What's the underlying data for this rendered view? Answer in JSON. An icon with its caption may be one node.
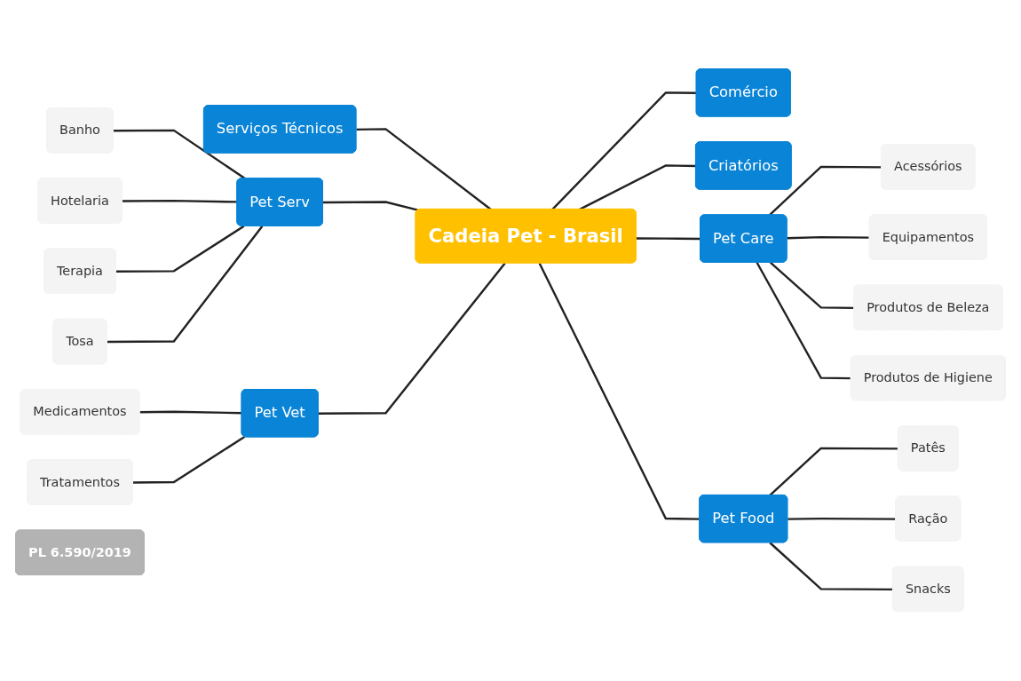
{
  "diagram": {
    "nodes": [
      {
        "text": [
          "Cadeia Pet - Brasil"
        ]
      },
      {
        "text": [
          "Serviços Técnicos"
        ]
      },
      {
        "text": [
          "Pet Serv"
        ]
      },
      {
        "text": [
          "Banho"
        ]
      },
      {
        "text": [
          "Hotelaria"
        ]
      },
      {
        "text": [
          "Terapia"
        ]
      },
      {
        "text": [
          "Tosa"
        ]
      },
      {
        "text": [
          "Pet Vet"
        ]
      },
      {
        "text": [
          "Medicamentos"
        ]
      },
      {
        "text": [
          "Tratamentos"
        ]
      },
      {
        "text": [
          "Comércio"
        ]
      },
      {
        "text": [
          "Criatórios"
        ]
      },
      {
        "text": [
          "Pet Care"
        ]
      },
      {
        "text": [
          "Acessórios"
        ]
      },
      {
        "text": [
          "Equipamentos"
        ]
      },
      {
        "text": [
          "Produtos de Beleza"
        ]
      },
      {
        "text": [
          "Produtos de Higiene"
        ]
      },
      {
        "text": [
          "Pet Food"
        ]
      },
      {
        "text": [
          "Patês"
        ]
      },
      {
        "text": [
          "Ração"
        ]
      },
      {
        "text": [
          "Snacks"
        ]
      },
      {
        "text": [
          "PL 6.590/2019"
        ]
      }
    ],
    "edges": [
      {
        "from": 0,
        "to": 1,
        "arrow": "none"
      },
      {
        "from": 0,
        "to": 2,
        "arrow": "none"
      },
      {
        "from": 2,
        "to": 3,
        "arrow": "none"
      },
      {
        "from": 2,
        "to": 4,
        "arrow": "none"
      },
      {
        "from": 2,
        "to": 5,
        "arrow": "none"
      },
      {
        "from": 2,
        "to": 6,
        "arrow": "none"
      },
      {
        "from": 0,
        "to": 7,
        "arrow": "none"
      },
      {
        "from": 7,
        "to": 8,
        "arrow": "none"
      },
      {
        "from": 7,
        "to": 9,
        "arrow": "none"
      },
      {
        "from": 0,
        "to": 10,
        "arrow": "none"
      },
      {
        "from": 0,
        "to": 11,
        "arrow": "none"
      },
      {
        "from": 0,
        "to": 12,
        "arrow": "none"
      },
      {
        "from": 12,
        "to": 13,
        "arrow": "none"
      },
      {
        "from": 12,
        "to": 14,
        "arrow": "none"
      },
      {
        "from": 12,
        "to": 15,
        "arrow": "none"
      },
      {
        "from": 12,
        "to": 16,
        "arrow": "none"
      },
      {
        "from": 0,
        "to": 17,
        "arrow": "none"
      },
      {
        "from": 17,
        "to": 18,
        "arrow": "none"
      },
      {
        "from": 17,
        "to": 19,
        "arrow": "none"
      },
      {
        "from": 17,
        "to": 20,
        "arrow": "none"
      }
    ]
  }
}
